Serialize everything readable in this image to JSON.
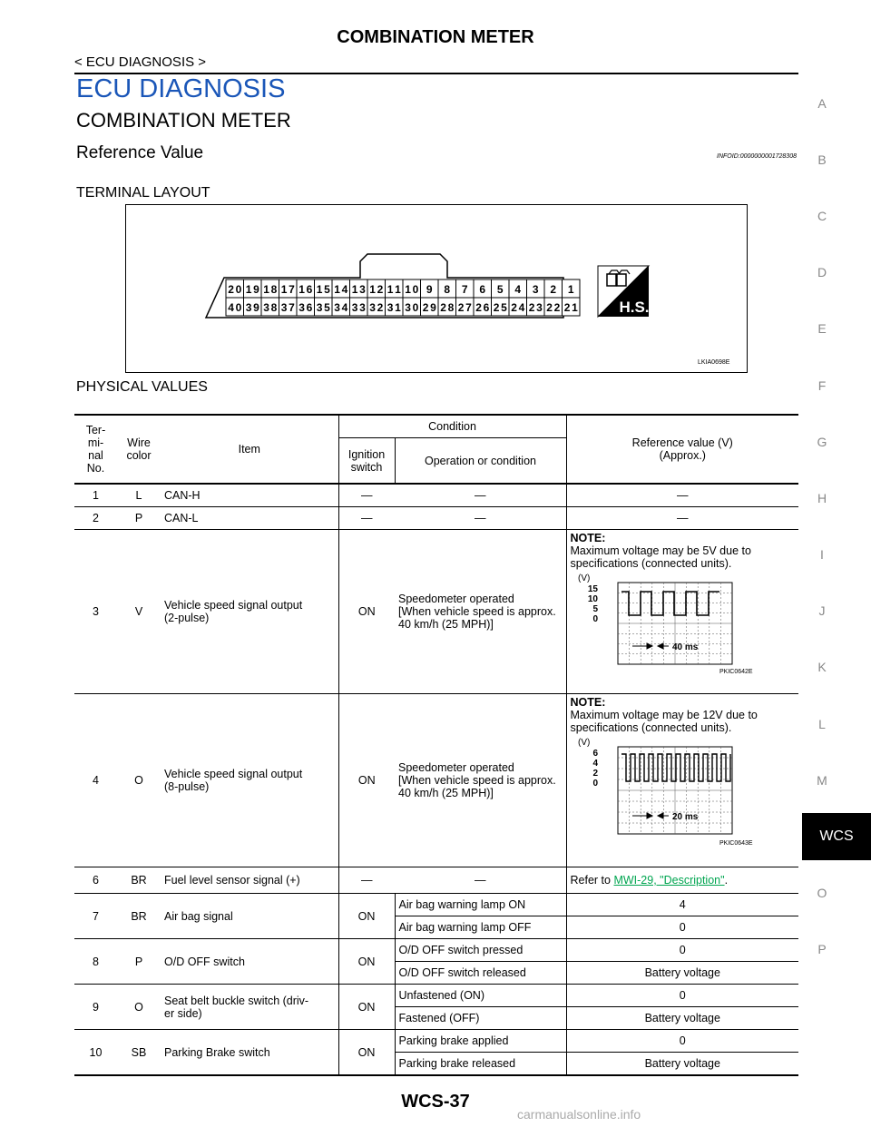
{
  "header": {
    "title": "COMBINATION METER",
    "breadcrumb": "< ECU DIAGNOSIS >"
  },
  "headings": {
    "section": "ECU DIAGNOSIS",
    "chapter": "COMBINATION METER",
    "subsection": "Reference Value",
    "infoid": "INFOID:0000000001728308",
    "terminal_layout": "TERMINAL LAYOUT",
    "physical_values": "PHYSICAL VALUES"
  },
  "connector": {
    "top_pins": [
      "20",
      "19",
      "18",
      "17",
      "16",
      "15",
      "14",
      "13",
      "12",
      "11",
      "10",
      "9",
      "8",
      "7",
      "6",
      "5",
      "4",
      "3",
      "2",
      "1"
    ],
    "bottom_pins": [
      "40",
      "39",
      "38",
      "37",
      "36",
      "35",
      "34",
      "33",
      "32",
      "31",
      "30",
      "29",
      "28",
      "27",
      "26",
      "25",
      "24",
      "23",
      "22",
      "21"
    ],
    "hs_label": "H.S.",
    "figure_code": "LKIA0698E"
  },
  "table": {
    "headers": {
      "terminal": "Ter-\nmi-\nnal\nNo.",
      "wire_color": "Wire\ncolor",
      "item": "Item",
      "condition": "Condition",
      "ignition": "Ignition\nswitch",
      "operation": "Operation or condition",
      "reference": "Reference value (V)\n(Approx.)"
    },
    "rows": {
      "r1": {
        "no": "1",
        "color": "L",
        "item": "CAN-H",
        "ign": "—",
        "op": "—",
        "ref": "—"
      },
      "r2": {
        "no": "2",
        "color": "P",
        "item": "CAN-L",
        "ign": "—",
        "op": "—",
        "ref": "—"
      },
      "r3": {
        "no": "3",
        "color": "V",
        "item": "Vehicle speed signal output\n(2-pulse)",
        "ign": "ON",
        "op": "Speedometer operated\n[When vehicle speed is approx.\n40 km/h (25 MPH)]",
        "note_label": "NOTE:",
        "note": "Maximum voltage may be 5V due to\nspecifications (connected units).",
        "wave_unit": "(V)",
        "wave_ticks": [
          "15",
          "10",
          "5",
          "0"
        ],
        "wave_time": "40 ms",
        "wave_code": "PKIC0642E"
      },
      "r4": {
        "no": "4",
        "color": "O",
        "item": "Vehicle speed signal output\n(8-pulse)",
        "ign": "ON",
        "op": "Speedometer operated\n[When vehicle speed is approx.\n40 km/h (25 MPH)]",
        "note_label": "NOTE:",
        "note": "Maximum voltage may be 12V due to\nspecifications (connected units).",
        "wave_unit": "(V)",
        "wave_ticks": [
          "6",
          "4",
          "2",
          "0"
        ],
        "wave_time": "20 ms",
        "wave_code": "PKIC0643E"
      },
      "r6": {
        "no": "6",
        "color": "BR",
        "item": "Fuel level sensor signal (+)",
        "ign": "—",
        "op": "—",
        "ref_prefix": "Refer to ",
        "ref_link": "MWI-29, \"Description\"",
        "ref_suffix": "."
      },
      "r7": {
        "no": "7",
        "color": "BR",
        "item": "Air bag signal",
        "ign": "ON",
        "op1": "Air bag warning lamp ON",
        "ref1": "4",
        "op2": "Air bag warning lamp OFF",
        "ref2": "0"
      },
      "r8": {
        "no": "8",
        "color": "P",
        "item": "O/D OFF switch",
        "ign": "ON",
        "op1": "O/D OFF switch pressed",
        "ref1": "0",
        "op2": "O/D OFF switch released",
        "ref2": "Battery voltage"
      },
      "r9": {
        "no": "9",
        "color": "O",
        "item": "Seat belt buckle switch (driv-\ner side)",
        "ign": "ON",
        "op1": "Unfastened (ON)",
        "ref1": "0",
        "op2": "Fastened (OFF)",
        "ref2": "Battery voltage"
      },
      "r10": {
        "no": "10",
        "color": "SB",
        "item": "Parking Brake switch",
        "ign": "ON",
        "op1": "Parking brake applied",
        "ref1": "0",
        "op2": "Parking brake released",
        "ref2": "Battery voltage"
      }
    }
  },
  "side_index": [
    "A",
    "B",
    "C",
    "D",
    "E",
    "F",
    "G",
    "H",
    "I",
    "J",
    "K",
    "L",
    "M",
    "WCS",
    "O",
    "P"
  ],
  "footer": {
    "page": "WCS-37",
    "watermark": "carmanualsonline.info"
  }
}
